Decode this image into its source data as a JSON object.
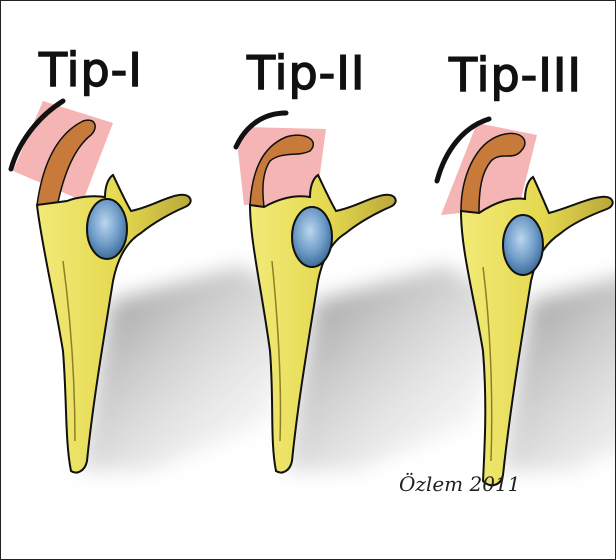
{
  "figure": {
    "panels": [
      {
        "label": "Tip-I",
        "type_number": 1
      },
      {
        "label": "Tip-II",
        "type_number": 2
      },
      {
        "label": "Tip-III",
        "type_number": 3
      }
    ],
    "signature": "Özlem 2011"
  },
  "colors": {
    "bone": "#e6dc55",
    "bone_shadow": "#b8a93a",
    "glenoid": "#6f9cc8",
    "acromion_highlight": "#f4a8a8",
    "acromion_bone": "#c77a3a",
    "outline": "#111111",
    "shadow": "#9a9a9a"
  },
  "icons": [
    "scapula-illustration",
    "glenoid-fossa",
    "acromion-highlight",
    "artist-signature"
  ]
}
